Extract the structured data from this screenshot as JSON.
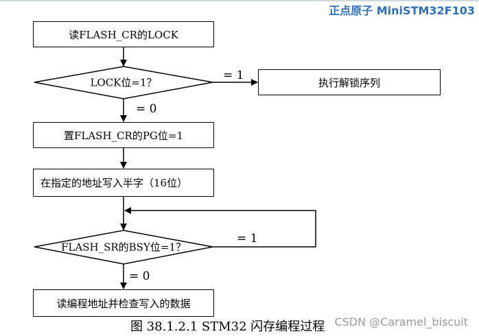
{
  "header": {
    "brand": "正点原子 MiniSTM32F103"
  },
  "flowchart": {
    "step_read_lock": "读FLASH_CR的LOCK",
    "decision_lock": "LOCK位=1？",
    "branch_lock_yes": "= 1",
    "step_unlock": "执行解锁序列",
    "branch_lock_no": "= 0",
    "step_set_pg": "置FLASH_CR的PG位=1",
    "step_write_halfword": "在指定的地址写入半字（16位）",
    "decision_bsy": "FLASH_SR的BSY位=1？",
    "branch_bsy_yes": "= 1",
    "branch_bsy_no": "= 0",
    "step_verify": "读编程地址并检查写入的数据"
  },
  "caption": "图 38.1.2.1 STM32 闪存编程过程",
  "watermark": "CSDN @Caramel_biscuit"
}
